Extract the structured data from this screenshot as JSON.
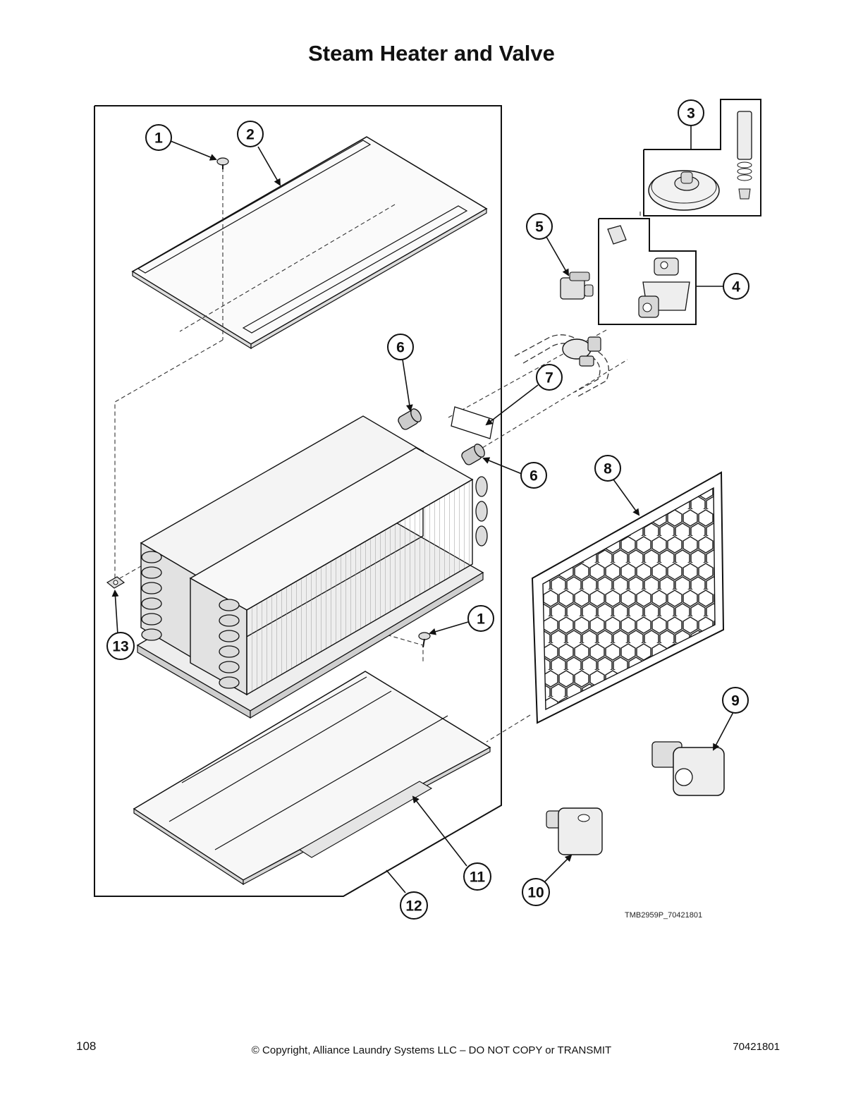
{
  "page": {
    "title": "Steam Heater and Valve"
  },
  "diagram": {
    "reference_code": "TMB2959P_70421801",
    "callouts": [
      {
        "id": "c1a",
        "label": "1"
      },
      {
        "id": "c2",
        "label": "2"
      },
      {
        "id": "c3",
        "label": "3"
      },
      {
        "id": "c4",
        "label": "4"
      },
      {
        "id": "c5",
        "label": "5"
      },
      {
        "id": "c6a",
        "label": "6"
      },
      {
        "id": "c7",
        "label": "7"
      },
      {
        "id": "c6b",
        "label": "6"
      },
      {
        "id": "c8",
        "label": "8"
      },
      {
        "id": "c1b",
        "label": "1"
      },
      {
        "id": "c13",
        "label": "13"
      },
      {
        "id": "c9",
        "label": "9"
      },
      {
        "id": "c11",
        "label": "11"
      },
      {
        "id": "c10",
        "label": "10"
      },
      {
        "id": "c12",
        "label": "12"
      }
    ]
  },
  "footer": {
    "page_number": "108",
    "copyright": "© Copyright, Alliance Laundry Systems LLC – DO NOT COPY or TRANSMIT",
    "document_number": "70421801"
  }
}
